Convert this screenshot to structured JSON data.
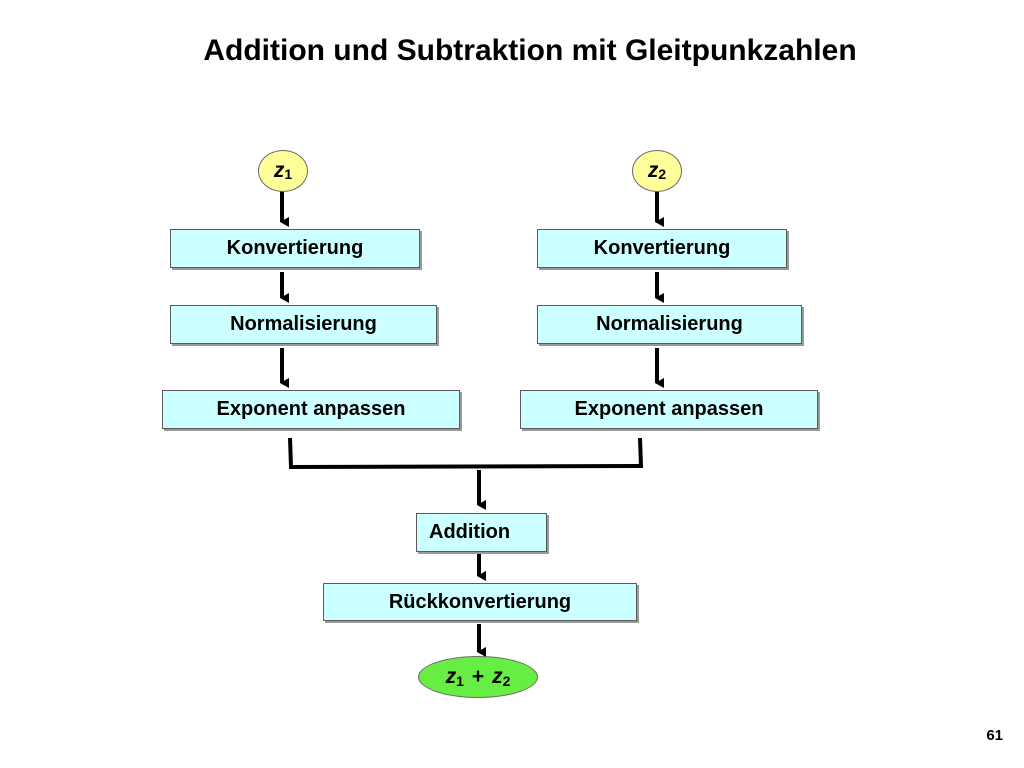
{
  "slide": {
    "title": "Addition und Subtraktion mit Gleitpunkzahlen",
    "page_number": "61"
  },
  "colors": {
    "box_fill": "#ccffff",
    "input_oval_fill": "#ffff99",
    "output_oval_fill": "#66ee44",
    "arrow": "#000000"
  },
  "left_branch": {
    "input": {
      "var": "z",
      "sub": "1"
    },
    "steps": [
      "Konvertierung",
      "Normalisierung",
      "Exponent anpassen"
    ]
  },
  "right_branch": {
    "input": {
      "var": "z",
      "sub": "2"
    },
    "steps": [
      "Konvertierung",
      "Normalisierung",
      "Exponent anpassen"
    ]
  },
  "merge": {
    "addition": "Addition",
    "back_conversion": "Rückkonvertierung"
  },
  "output": {
    "var1": "z",
    "sub1": "1",
    "op": "+",
    "var2": "z",
    "sub2": "2"
  }
}
